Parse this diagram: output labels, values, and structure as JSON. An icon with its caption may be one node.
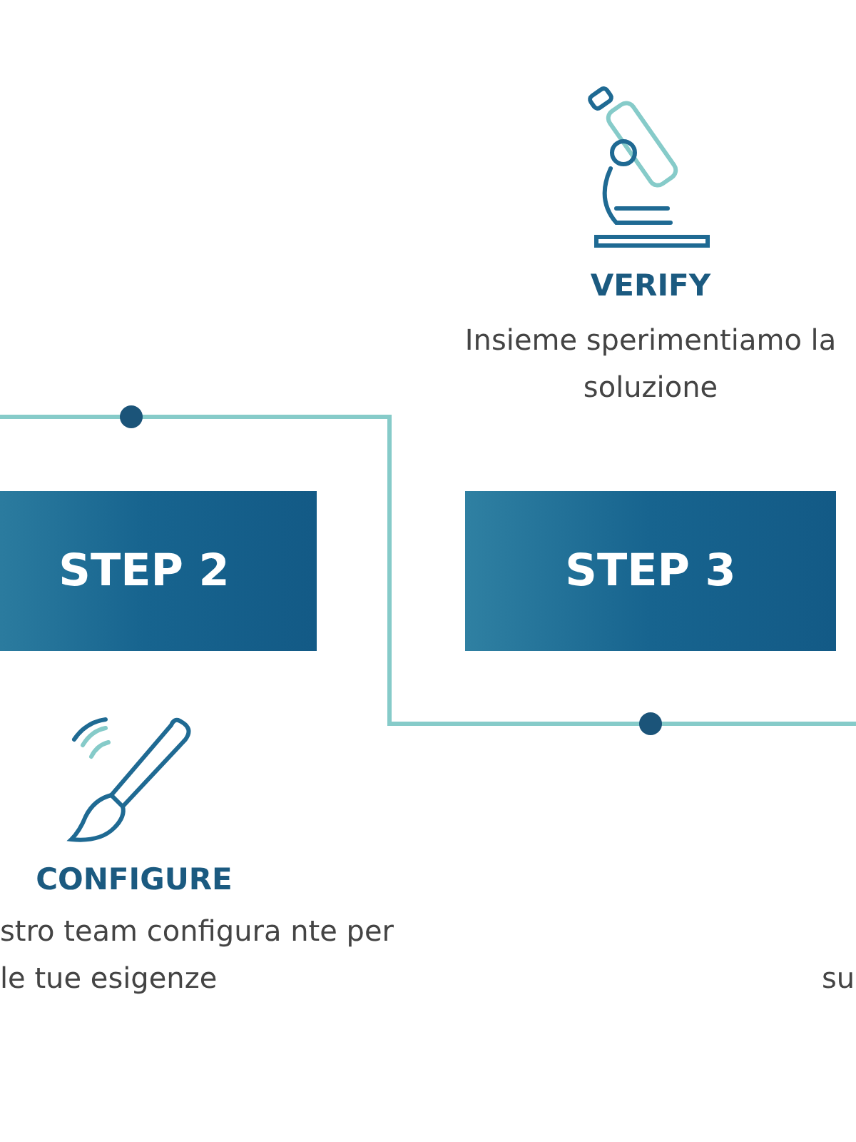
{
  "diagram": {
    "nodes": [
      {
        "text": [
          "STEP 2"
        ],
        "beside": [
          "CONFIGURE",
          "stro team configura nte per le tue esigenze"
        ]
      },
      {
        "text": [
          "STEP 3"
        ],
        "beside": [
          "VERIFY",
          "Insieme sperimentiamo la soluzione"
        ]
      }
    ],
    "labels": [
      "su"
    ]
  }
}
